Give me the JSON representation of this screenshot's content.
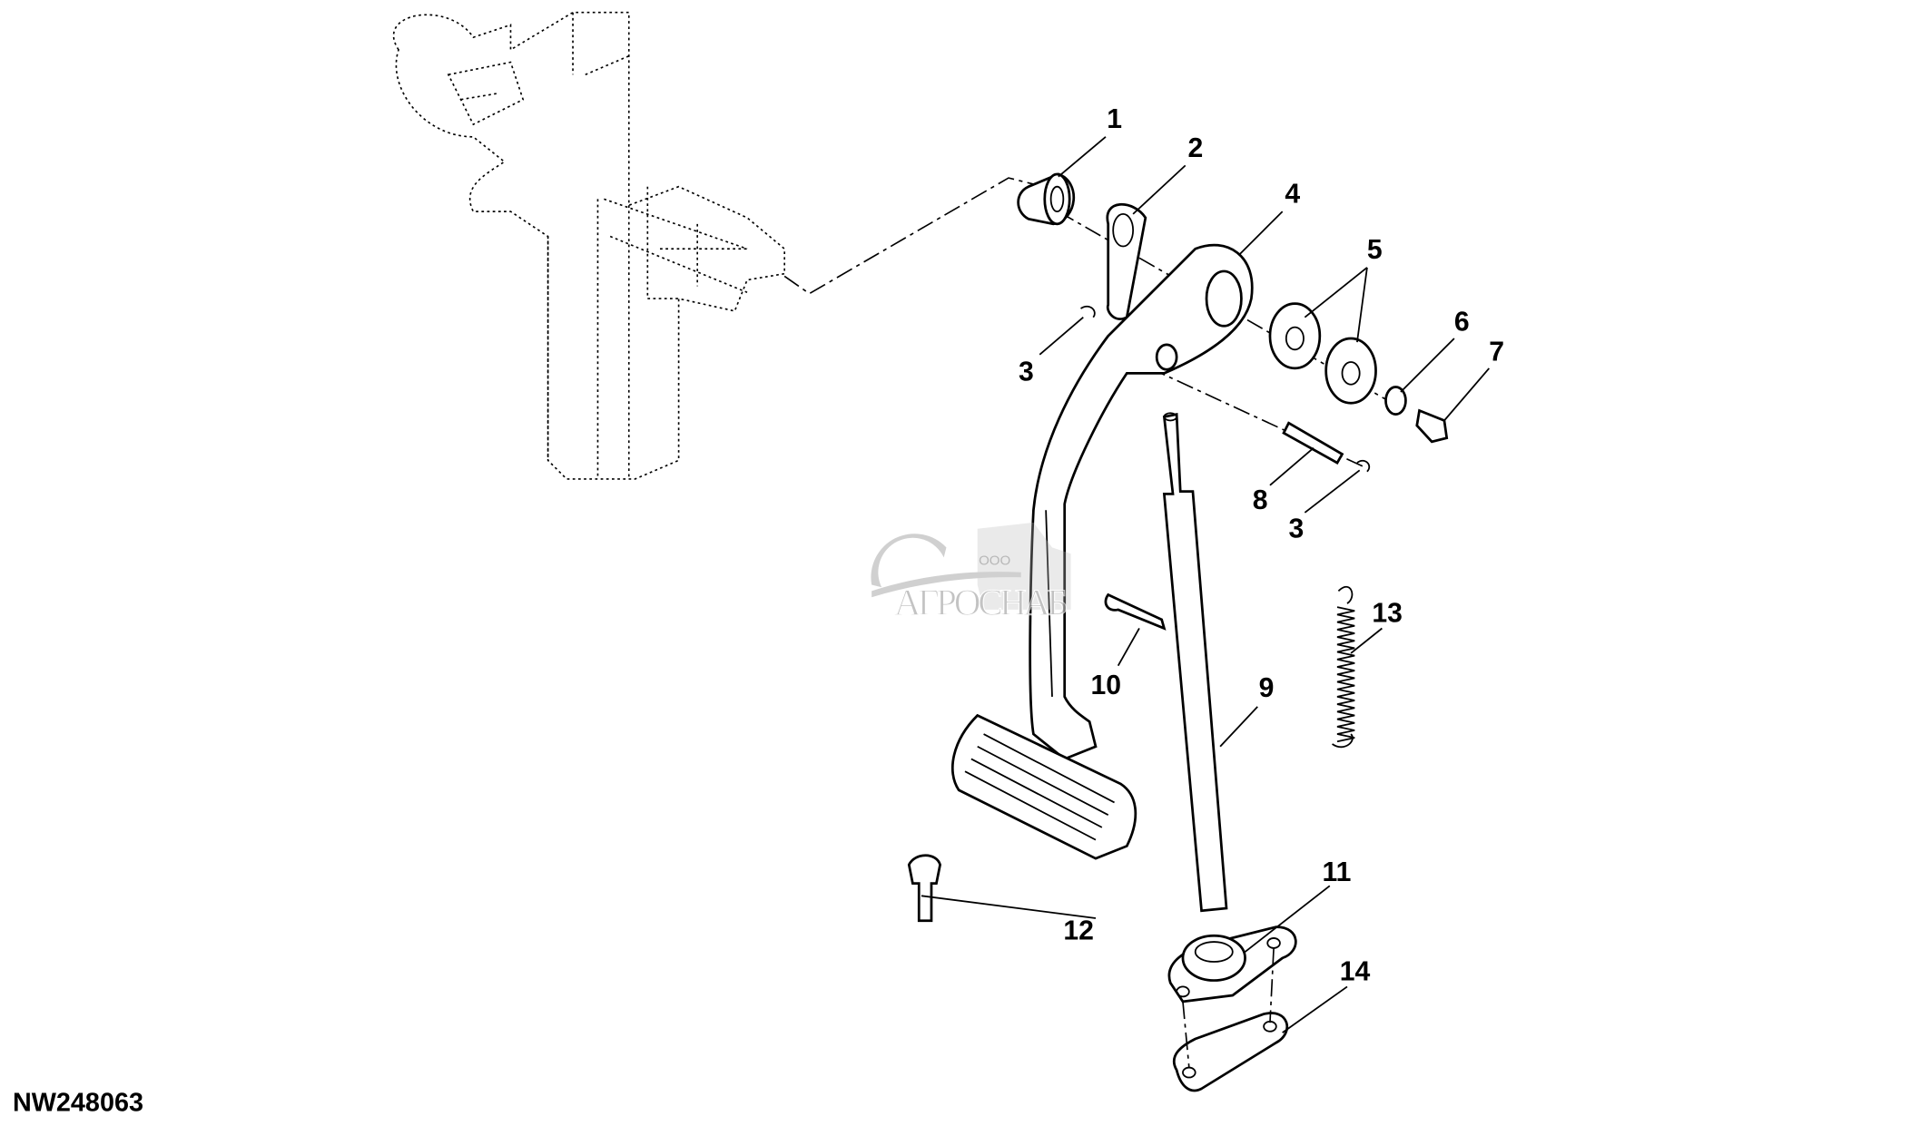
{
  "figure_code": "NW248063",
  "watermark": {
    "prefix": "ООО",
    "name": "АГРОСНАБ"
  },
  "callouts": [
    {
      "id": "1",
      "text": "1"
    },
    {
      "id": "2",
      "text": "2"
    },
    {
      "id": "3a",
      "text": "3"
    },
    {
      "id": "4",
      "text": "4"
    },
    {
      "id": "5",
      "text": "5"
    },
    {
      "id": "6",
      "text": "6"
    },
    {
      "id": "7",
      "text": "7"
    },
    {
      "id": "8",
      "text": "8"
    },
    {
      "id": "3b",
      "text": "3"
    },
    {
      "id": "9",
      "text": "9"
    },
    {
      "id": "10",
      "text": "10"
    },
    {
      "id": "11",
      "text": "11"
    },
    {
      "id": "12",
      "text": "12"
    },
    {
      "id": "13",
      "text": "13"
    },
    {
      "id": "14",
      "text": "14"
    }
  ]
}
